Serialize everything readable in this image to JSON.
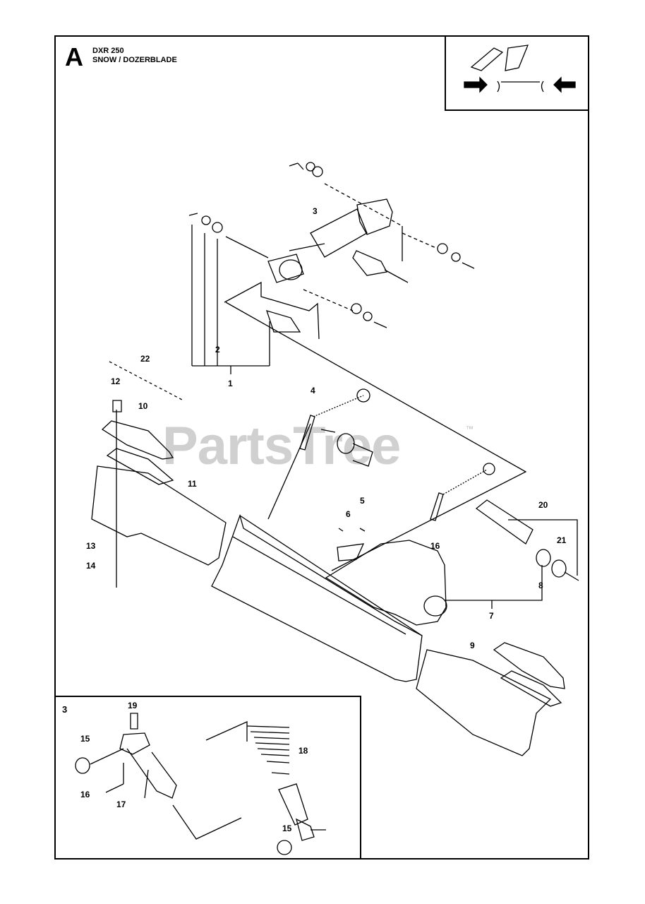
{
  "header": {
    "section_letter": "A",
    "model": "DXR 250",
    "assembly": "SNOW / DOZERBLADE"
  },
  "inset": {
    "label": "3"
  },
  "watermark": {
    "brand": "PartsTree",
    "trademark": "™"
  },
  "callouts": [
    {
      "id": "c-22",
      "text": "22"
    },
    {
      "id": "c-12",
      "text": "12"
    },
    {
      "id": "c-10",
      "text": "10"
    },
    {
      "id": "c-11",
      "text": "11"
    },
    {
      "id": "c-13",
      "text": "13"
    },
    {
      "id": "c-14",
      "text": "14"
    },
    {
      "id": "c-3",
      "text": "3"
    },
    {
      "id": "c-2",
      "text": "2"
    },
    {
      "id": "c-1",
      "text": "1"
    },
    {
      "id": "c-4",
      "text": "4"
    },
    {
      "id": "c-5",
      "text": "5"
    },
    {
      "id": "c-6",
      "text": "6"
    },
    {
      "id": "c-16a",
      "text": "16"
    },
    {
      "id": "c-20",
      "text": "20"
    },
    {
      "id": "c-21",
      "text": "21"
    },
    {
      "id": "c-8",
      "text": "8"
    },
    {
      "id": "c-7",
      "text": "7"
    },
    {
      "id": "c-9",
      "text": "9"
    },
    {
      "id": "c-19",
      "text": "19"
    },
    {
      "id": "c-15a",
      "text": "15"
    },
    {
      "id": "c-16b",
      "text": "16"
    },
    {
      "id": "c-17",
      "text": "17"
    },
    {
      "id": "c-18",
      "text": "18"
    },
    {
      "id": "c-15b",
      "text": "15"
    }
  ]
}
